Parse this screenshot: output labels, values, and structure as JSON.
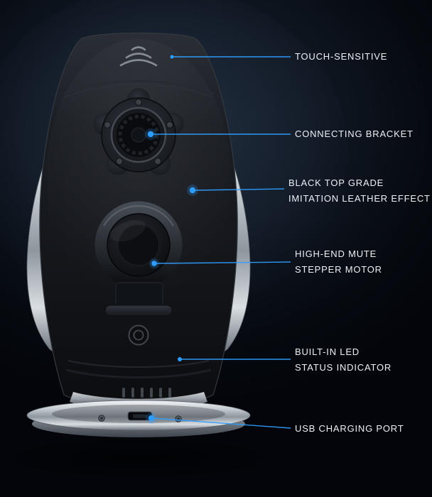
{
  "palette": {
    "background_top": "#1a2432",
    "background_bottom": "#060a10",
    "accent_blue": "#2f9dff",
    "label_text": "#edf1f6",
    "device_body": "#15181d",
    "chrome": "#c6ccd2"
  },
  "icons": {
    "touch_wave": "touch-wave-icon",
    "brand_logo": "brand-logo-icon"
  },
  "callouts": {
    "touch": {
      "lines": [
        "TOUCH-SENSITIVE"
      ]
    },
    "bracket": {
      "lines": [
        "CONNECTING BRACKET"
      ]
    },
    "leather": {
      "lines": [
        "BLACK TOP GRADE",
        "IMITATION LEATHER EFFECT"
      ]
    },
    "motor": {
      "lines": [
        "HIGH-END MUTE",
        "STEPPER MOTOR"
      ]
    },
    "led": {
      "lines": [
        "BUILT-IN LED",
        "STATUS INDICATOR"
      ]
    },
    "usb": {
      "lines": [
        "USB CHARGING PORT"
      ]
    }
  }
}
